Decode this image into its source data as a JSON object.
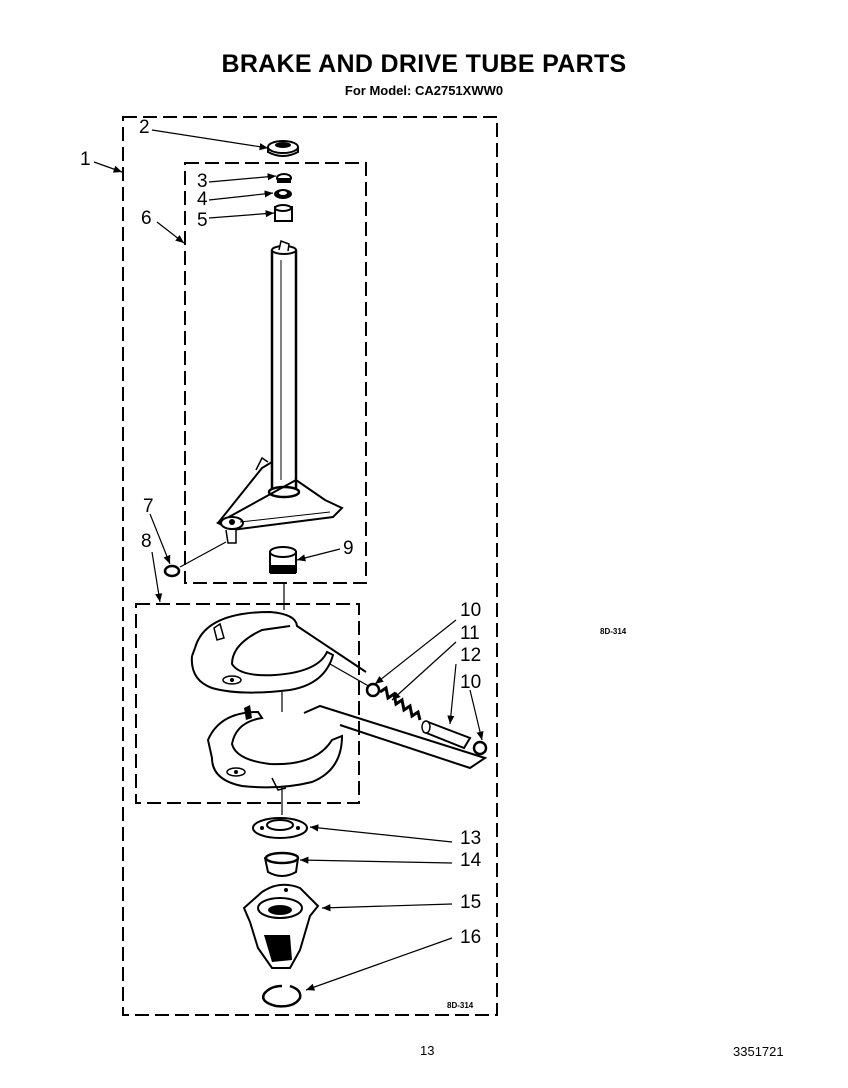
{
  "title": "BRAKE AND DRIVE TUBE PARTS",
  "subtitle": "For Model: CA2751XWW0",
  "callouts": {
    "c1": "1",
    "c2": "2",
    "c3": "3",
    "c4": "4",
    "c5": "5",
    "c6": "6",
    "c7": "7",
    "c8": "8",
    "c9": "9",
    "c10a": "10",
    "c11": "11",
    "c12": "12",
    "c10b": "10",
    "c13": "13",
    "c14": "14",
    "c15": "15",
    "c16": "16"
  },
  "diagram_code": "8D-314",
  "side_code": "8D-314",
  "page_number": "13",
  "doc_number": "3351721"
}
